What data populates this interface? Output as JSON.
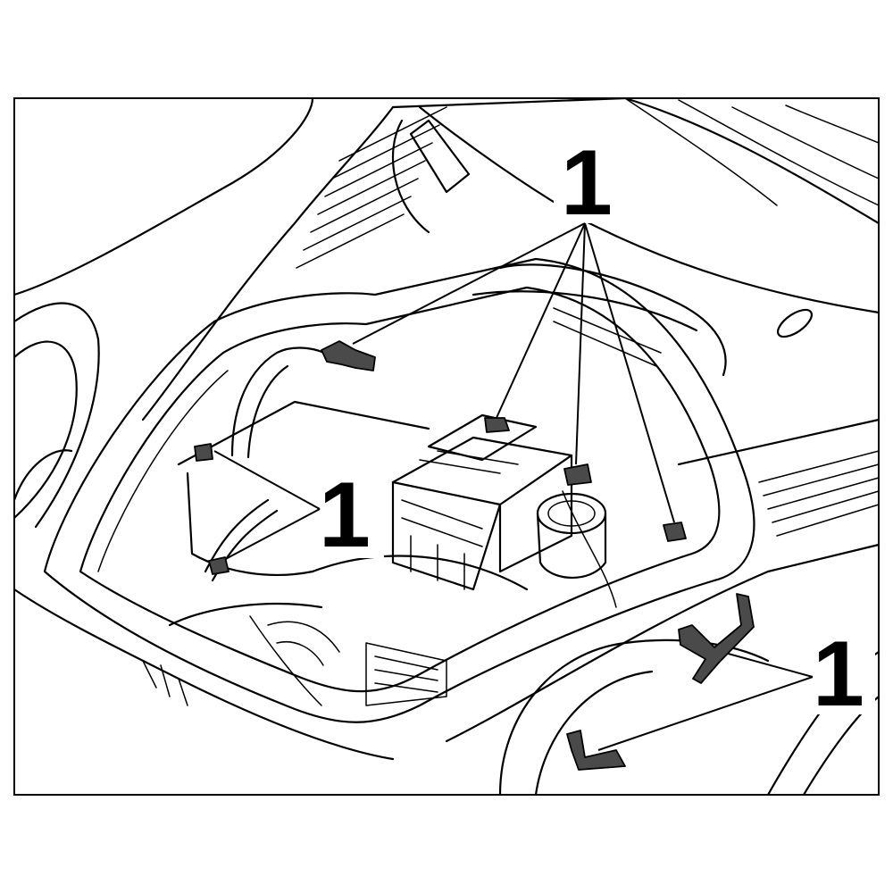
{
  "figure": {
    "callouts": [
      {
        "label": "1"
      },
      {
        "label": "1"
      },
      {
        "label": "1"
      }
    ],
    "parts": [
      "wiring-harness-clip",
      "wiring-harness-clip",
      "wiring-harness-clip",
      "wiring-harness-clip",
      "wiring-harness-clip",
      "wiring-harness-clip",
      "wiring-harness-clip",
      "wiring-harness-clip"
    ],
    "colors": {
      "line": "#000000",
      "part_fill": "#4a4a4a",
      "background": "#ffffff"
    }
  }
}
